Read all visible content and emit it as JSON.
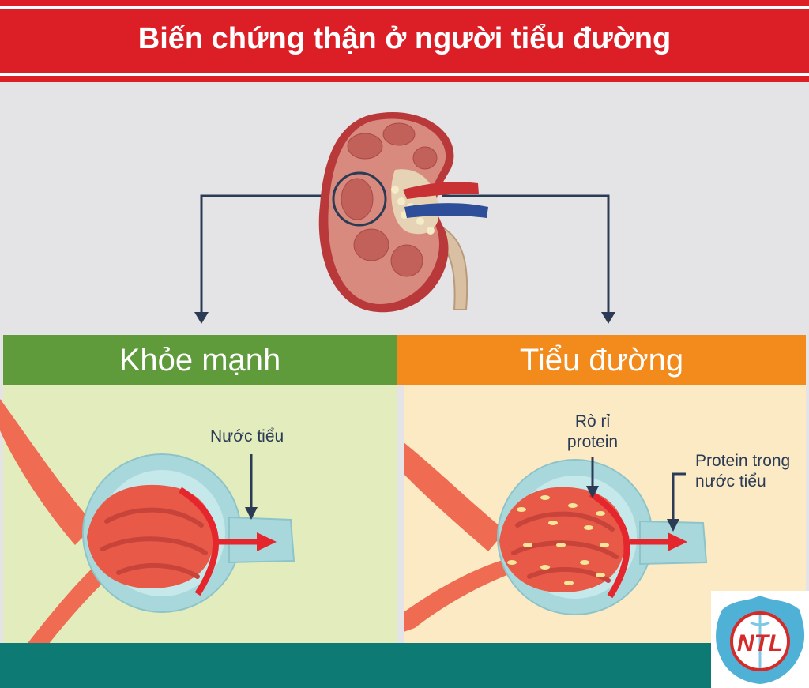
{
  "title": "Biến chứng thận ở người tiểu đường",
  "panels": {
    "healthy": {
      "title": "Khỏe mạnh",
      "urine_label": "Nước tiểu"
    },
    "diabetic": {
      "title": "Tiểu đường",
      "leak_label_1": "Rò rỉ",
      "leak_label_2": "protein",
      "urine_protein_label_1": "Protein trong",
      "urine_protein_label_2": "nước tiểu"
    }
  },
  "logo": {
    "text": "NTL"
  },
  "colors": {
    "header_red": "#dc1f27",
    "healthy_green": "#5f9a3b",
    "diabetic_orange": "#f28a1c",
    "footer_teal": "#0e7a74",
    "arrow_navy": "#2b3a55"
  }
}
